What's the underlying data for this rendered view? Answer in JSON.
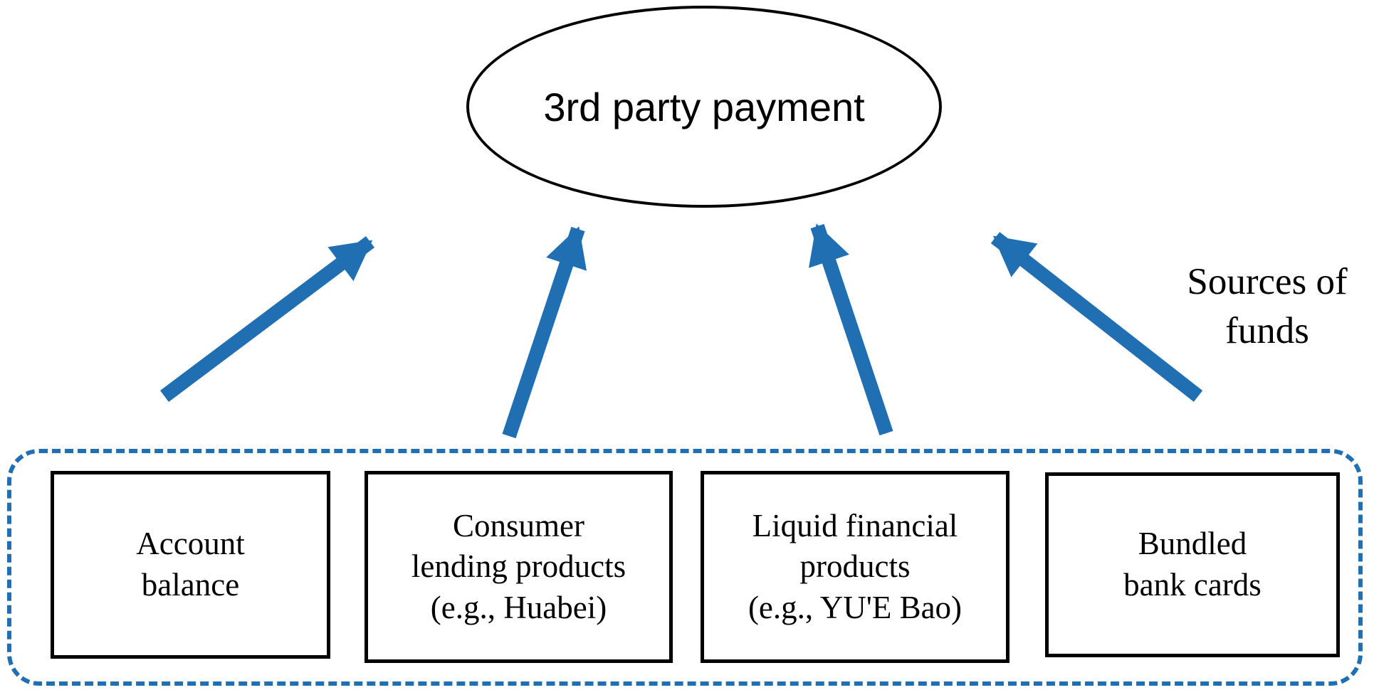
{
  "colors": {
    "accent": "#1f6fb2",
    "node_border": "#000000",
    "text": "#000000"
  },
  "diagram": {
    "top_node": "3rd party payment",
    "side_label": "Sources of\nfunds",
    "sources": [
      {
        "id": "account-balance",
        "label": "Account\nbalance"
      },
      {
        "id": "consumer-lending",
        "label": "Consumer\nlending products\n(e.g., Huabei)"
      },
      {
        "id": "liquid-financial",
        "label": "Liquid financial\nproducts\n(e.g., YU'E Bao)"
      },
      {
        "id": "bundled-bank-cards",
        "label": "Bundled\nbank cards"
      }
    ]
  }
}
